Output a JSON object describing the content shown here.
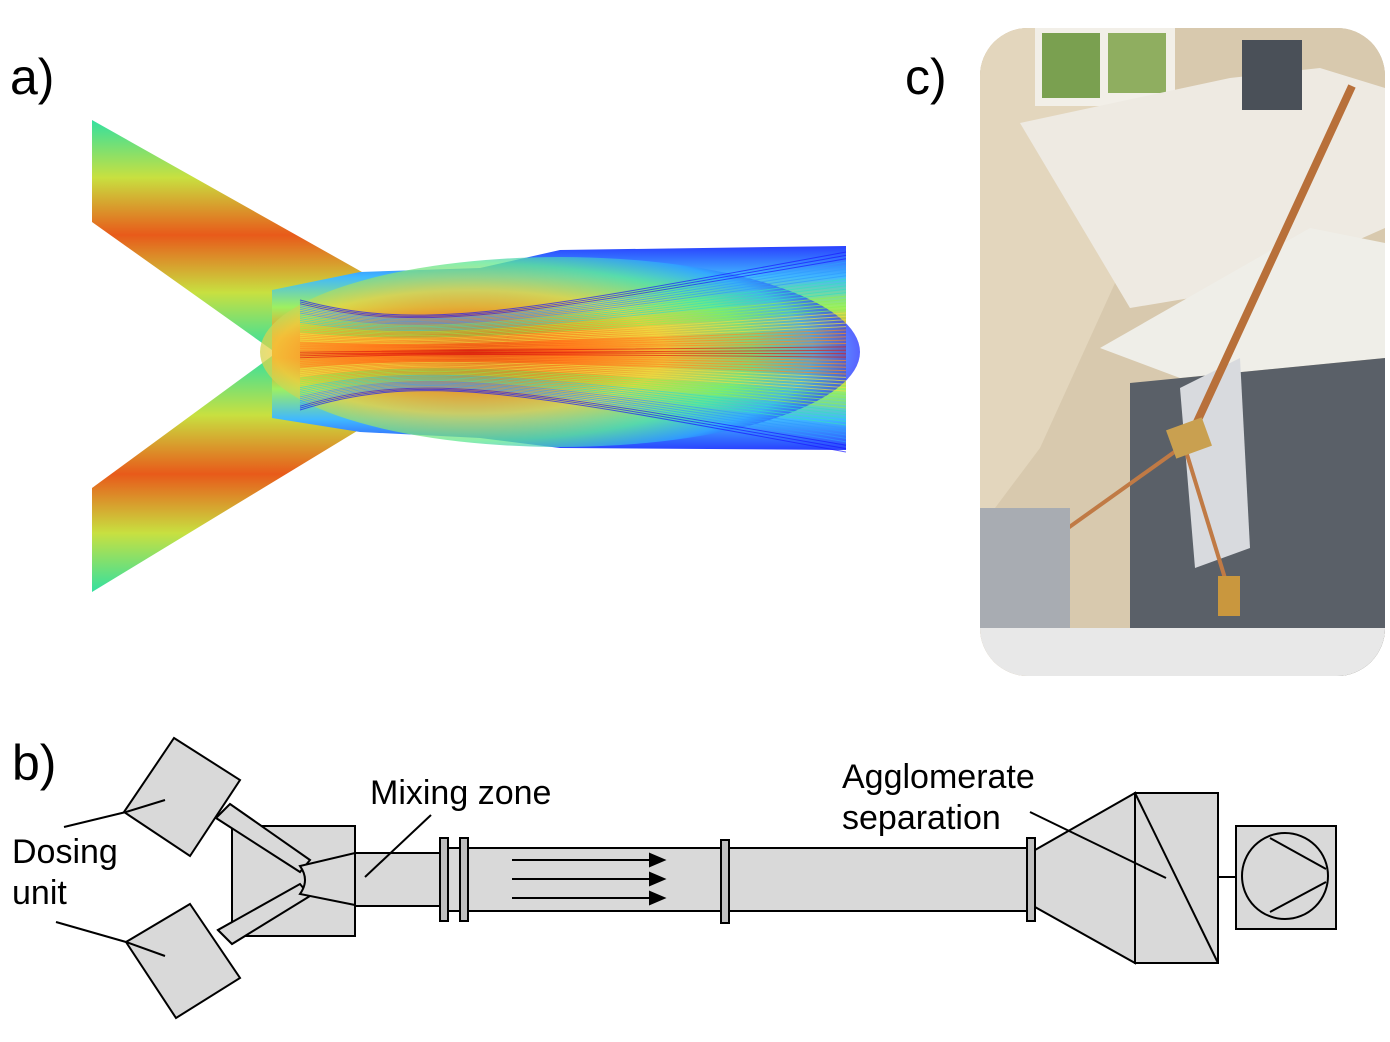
{
  "panels": {
    "a": {
      "label": "a)",
      "description": "CFD streamline simulation of two inclined jets converging into mixing tube",
      "colormap": [
        "#1a1aff",
        "#2f9bff",
        "#33e0c0",
        "#8ef050",
        "#f0e040",
        "#ff8a20",
        "#e02010"
      ]
    },
    "b": {
      "label": "b)",
      "annotations": {
        "dosing": [
          "Dosing",
          "unit"
        ],
        "mixing": "Mixing zone",
        "agglomerate": [
          "Agglomerate",
          "separation"
        ]
      },
      "flow_arrows": 3
    },
    "c": {
      "label": "c)",
      "description": "Photograph of experimental pipe setup with copper tubes, brass mixing block and lab bench"
    }
  },
  "colors": {
    "fill": "#d9d9d9",
    "stroke": "#000000",
    "flange": "#bfbfbf"
  }
}
